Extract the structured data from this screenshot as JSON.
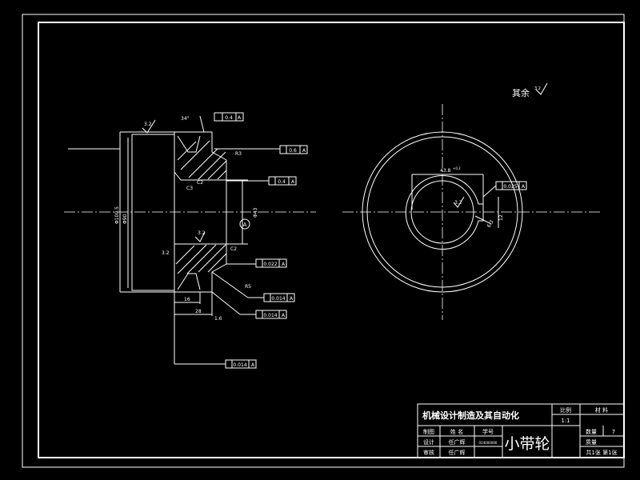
{
  "drawing": {
    "roughness_note": "其余",
    "roughness_note_value": "3.2",
    "left_view": {
      "roughness_top": "3.2",
      "angle": "34°",
      "tol_runout_1": "0.4",
      "tol_ref_1": "A",
      "tol_runout_2": "0.6",
      "tol_ref_2": "A",
      "tol_runout_3": "0.4",
      "tol_ref_3": "A",
      "tol_parallel": "0.022",
      "tol_ref_4": "A",
      "tol_circ_1": "0.014",
      "tol_ref_5": "A",
      "tol_circ_2": "0.014",
      "tol_ref_6": "A",
      "tol_circ_3": "0.014",
      "tol_ref_7": "A",
      "chamfer_c3": "C3",
      "chamfer_c2a": "C2",
      "chamfer_c2b": "C2",
      "radius_r3": "R3",
      "radius_r5": "R5",
      "roughness_mid": "3.2",
      "roughness_left": "3.2",
      "roughness_1_6": "1.6",
      "dim_outer": "Φ100.5",
      "dim_inner": "Φ90",
      "dim_bore": "Φ43",
      "dim_16": "16",
      "dim_28": "28",
      "datum": "A"
    },
    "right_view": {
      "dim_keyway": "43.8",
      "dim_keyway_tol": "+0.2",
      "tol_sym": "0.025",
      "tol_ref": "A",
      "dim_key_width": "12",
      "roughness_key": "3.2",
      "roughness_key2": "6.3"
    }
  },
  "title_block": {
    "title": "机械设计制造及其自动化",
    "scale_label": "比例",
    "scale_value": "1:1",
    "material_label": "材  料",
    "row_draw": "制图",
    "name_label": "姓  名",
    "student_no_label": "学号",
    "row_design": "设计",
    "designer": "任广辉",
    "student_no": "024000000",
    "row_review": "审核",
    "reviewer": "任广辉",
    "part_name": "小带轮",
    "qty_label": "数量",
    "qty_value": "7",
    "mass_label": "质量",
    "sheets": "共1张  第1张"
  }
}
